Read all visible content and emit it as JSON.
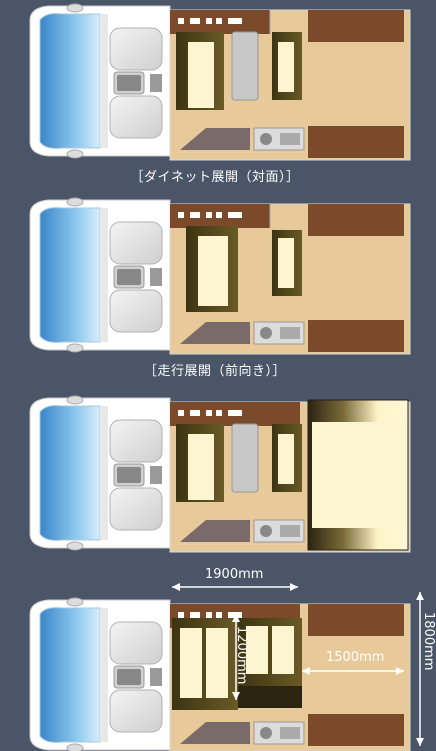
{
  "captions": {
    "dinette": "［ダイネット展開（対面）］",
    "driving": "［走行展開（前向き）］"
  },
  "dimensions": {
    "width_top": "1900mm",
    "seat_length": "1200mm",
    "bed_width": "1500mm",
    "side_length": "1800mm"
  },
  "colors": {
    "background": "#4a5568",
    "floor": "#e8c99a",
    "dark_wood": "#7a4a2a",
    "cushion": "#fdf5d0",
    "body": "#ffffff",
    "windshield": "#5ea8dd"
  }
}
